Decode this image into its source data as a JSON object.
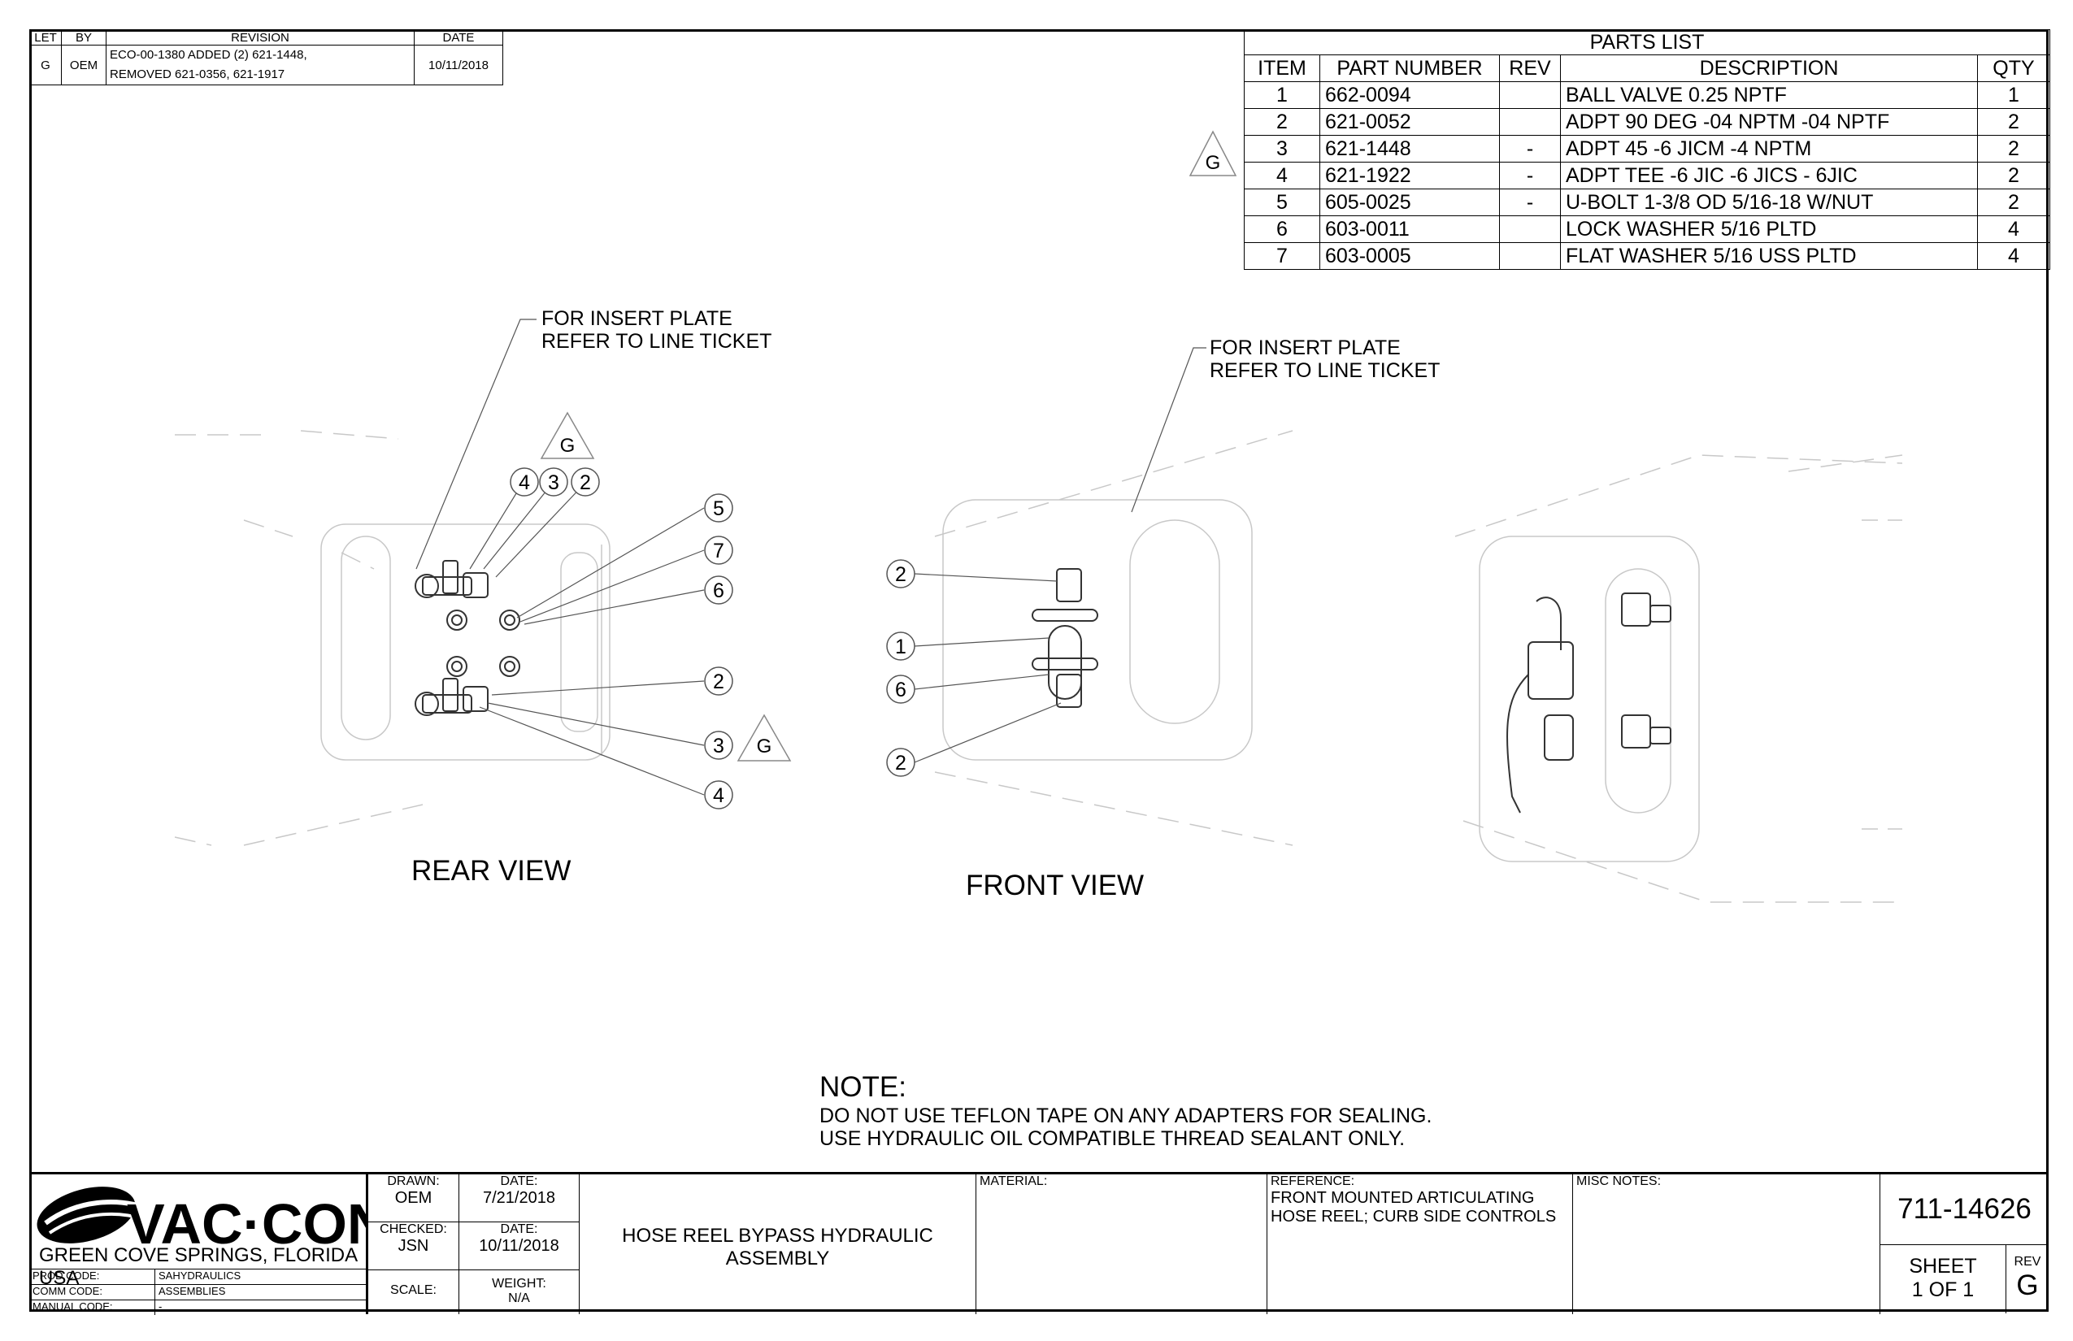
{
  "revision_block": {
    "headers": [
      "LET",
      "BY",
      "REVISION",
      "DATE"
    ],
    "rows": [
      {
        "let": "G",
        "by": "OEM",
        "revision_line1": "ECO-00-1380 ADDED (2) 621-1448,",
        "revision_line2": "REMOVED 621-0356, 621-1917",
        "date": "10/11/2018"
      }
    ]
  },
  "parts_list": {
    "title": "PARTS LIST",
    "headers": [
      "ITEM",
      "PART NUMBER",
      "REV",
      "DESCRIPTION",
      "QTY"
    ],
    "rows": [
      {
        "item": "1",
        "part": "662-0094",
        "rev": "",
        "desc": "BALL VALVE 0.25 NPTF",
        "qty": "1"
      },
      {
        "item": "2",
        "part": "621-0052",
        "rev": "",
        "desc": "ADPT 90 DEG -04 NPTM -04 NPTF",
        "qty": "2"
      },
      {
        "item": "3",
        "part": "621-1448",
        "rev": "-",
        "desc": "ADPT 45 -6 JICM -4 NPTM",
        "qty": "2"
      },
      {
        "item": "4",
        "part": "621-1922",
        "rev": "-",
        "desc": "ADPT TEE -6 JIC -6 JICS - 6JIC",
        "qty": "2"
      },
      {
        "item": "5",
        "part": "605-0025",
        "rev": "-",
        "desc": "U-BOLT 1-3/8 OD 5/16-18 W/NUT",
        "qty": "2"
      },
      {
        "item": "6",
        "part": "603-0011",
        "rev": "",
        "desc": "LOCK WASHER 5/16 PLTD",
        "qty": "4"
      },
      {
        "item": "7",
        "part": "603-0005",
        "rev": "",
        "desc": "FLAT WASHER 5/16 USS PLTD",
        "qty": "4"
      }
    ],
    "rev_flag": "G"
  },
  "drawing": {
    "callout_rear": "FOR INSERT PLATE\nREFER TO LINE TICKET",
    "callout_front": "FOR INSERT PLATE\nREFER TO LINE TICKET",
    "rear_view_label": "REAR VIEW",
    "front_view_label": "FRONT VIEW",
    "rev_flag": "G",
    "rear_balloons": [
      "4",
      "3",
      "2",
      "5",
      "7",
      "6",
      "2",
      "3",
      "4"
    ],
    "front_balloons": [
      "2",
      "1",
      "6",
      "2"
    ]
  },
  "note": {
    "heading": "NOTE:",
    "line1": "DO NOT USE TEFLON TAPE ON ANY ADAPTERS FOR SEALING.",
    "line2": "USE HYDRAULIC OIL COMPATIBLE THREAD SEALANT ONLY."
  },
  "title_block": {
    "company": "VAC·CON",
    "location": "GREEN COVE SPRINGS, FLORIDA USA",
    "prod_code_label": "PROD CODE:",
    "prod_code": "SAHYDRAULICS",
    "comm_code_label": "COMM CODE:",
    "comm_code": "ASSEMBLIES",
    "manual_code_label": "MANUAL CODE:",
    "manual_code": "-",
    "drawn_label": "DRAWN:",
    "drawn": "OEM",
    "drawn_date_label": "DATE:",
    "drawn_date": "7/21/2018",
    "checked_label": "CHECKED:",
    "checked": "JSN",
    "checked_date_label": "DATE:",
    "checked_date": "10/11/2018",
    "scale_label": "SCALE:",
    "weight_label": "WEIGHT:",
    "weight": "N/A",
    "title_line1": "HOSE REEL BYPASS HYDRAULIC",
    "title_line2": "ASSEMBLY",
    "material_label": "MATERIAL:",
    "reference_label": "REFERENCE:",
    "reference_line1": "FRONT MOUNTED ARTICULATING",
    "reference_line2": "HOSE REEL; CURB SIDE CONTROLS",
    "misc_label": "MISC NOTES:",
    "drawing_number": "711-14626",
    "sheet_label": "SHEET",
    "sheet": "1  OF 1",
    "rev_label": "REV",
    "rev": "G"
  }
}
